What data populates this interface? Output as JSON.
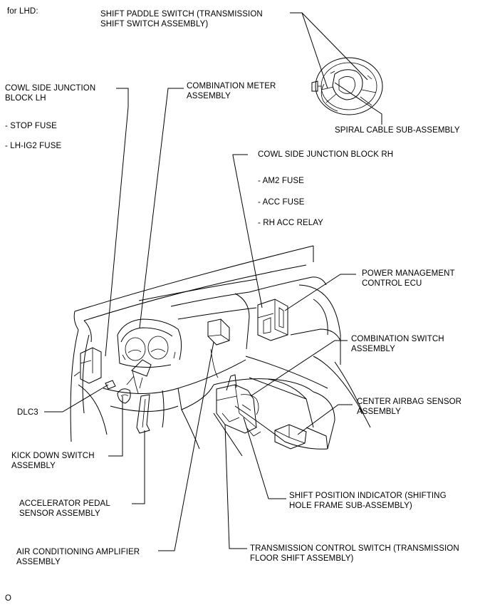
{
  "header": {
    "variant": "for LHD:"
  },
  "footer": {
    "code": "O"
  },
  "labels": {
    "shift_paddle": [
      "SHIFT PADDLE SWITCH (TRANSMISSION",
      "SHIFT SWITCH ASSEMBLY)"
    ],
    "cowl_lh": [
      "COWL SIDE JUNCTION",
      "BLOCK LH"
    ],
    "cowl_lh_items": [
      "- STOP FUSE",
      "- LH-IG2 FUSE"
    ],
    "combination_meter": [
      "COMBINATION METER",
      "ASSEMBLY"
    ],
    "spiral_cable": [
      "SPIRAL CABLE SUB-ASSEMBLY"
    ],
    "cowl_rh": [
      "COWL SIDE JUNCTION BLOCK RH"
    ],
    "cowl_rh_items": [
      "- AM2 FUSE",
      "- ACC FUSE",
      "- RH ACC RELAY"
    ],
    "power_mgmt": [
      "POWER MANAGEMENT",
      "CONTROL ECU"
    ],
    "combination_switch": [
      "COMBINATION SWITCH",
      "ASSEMBLY"
    ],
    "center_airbag": [
      "CENTER AIRBAG SENSOR",
      "ASSEMBLY"
    ],
    "dlc3": [
      "DLC3"
    ],
    "kick_down": [
      "KICK DOWN SWITCH",
      "ASSEMBLY"
    ],
    "accel_pedal": [
      "ACCELERATOR PEDAL",
      "SENSOR ASSEMBLY"
    ],
    "shift_position": [
      "SHIFT POSITION INDICATOR (SHIFTING",
      "HOLE FRAME SUB-ASSEMBLY)"
    ],
    "ac_amplifier": [
      "AIR CONDITIONING AMPLIFIER",
      "ASSEMBLY"
    ],
    "trans_control": [
      "TRANSMISSION CONTROL SWITCH (TRANSMISSION",
      "FLOOR SHIFT ASSEMBLY)"
    ]
  }
}
